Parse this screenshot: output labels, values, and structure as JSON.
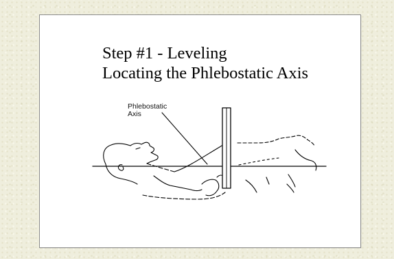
{
  "slide": {
    "title_line1": "Step #1 - Leveling",
    "title_line2": "Locating the Phlebostatic Axis"
  },
  "figure": {
    "label_line1": "Phlebostatic",
    "label_line2": "Axis"
  }
}
